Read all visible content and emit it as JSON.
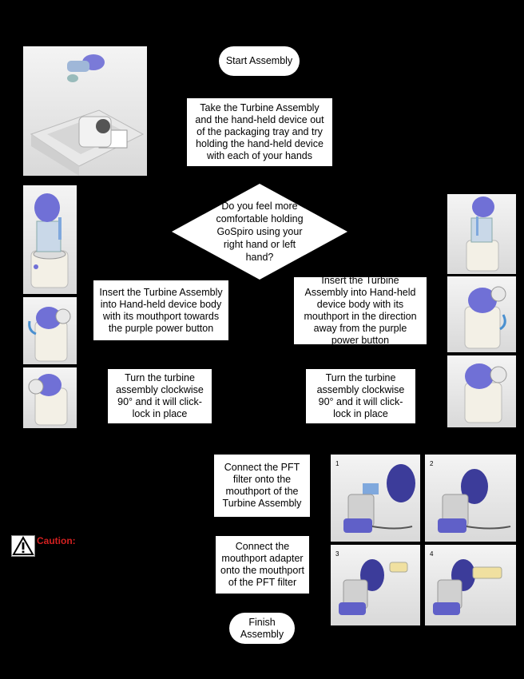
{
  "flow": {
    "start": "Start Assembly",
    "step_take": "Take the Turbine Assembly and the hand-held device out of the packaging tray and try holding the hand-held device with each of your hands",
    "question": "Do you feel more comfortable holding GoSpiro using your right hand or left hand?",
    "insert_right": "Insert the Turbine Assembly into Hand-held device body with its mouthport towards the purple power button",
    "insert_left": "Insert the Turbine Assembly into Hand-held device body with its mouthport in the direction away from the purple power button",
    "turn_right": "Turn the turbine assembly clockwise 90° and it will click-lock in place",
    "turn_left": "Turn the turbine assembly clockwise 90° and it will click-lock in place",
    "connect_pft": "Connect the PFT filter onto the mouthport of the Turbine Assembly",
    "connect_adapter": "Connect the mouthport adapter onto the mouthport of the PFT filter",
    "finish": "Finish Assembly"
  },
  "steps": {
    "one": "1",
    "two": "2",
    "three": "3",
    "four": "4"
  },
  "caution": {
    "label": "Caution:"
  },
  "colors": {
    "accent_purple": "#6f6fd0",
    "caution_red": "#d32020",
    "background": "#000000"
  }
}
